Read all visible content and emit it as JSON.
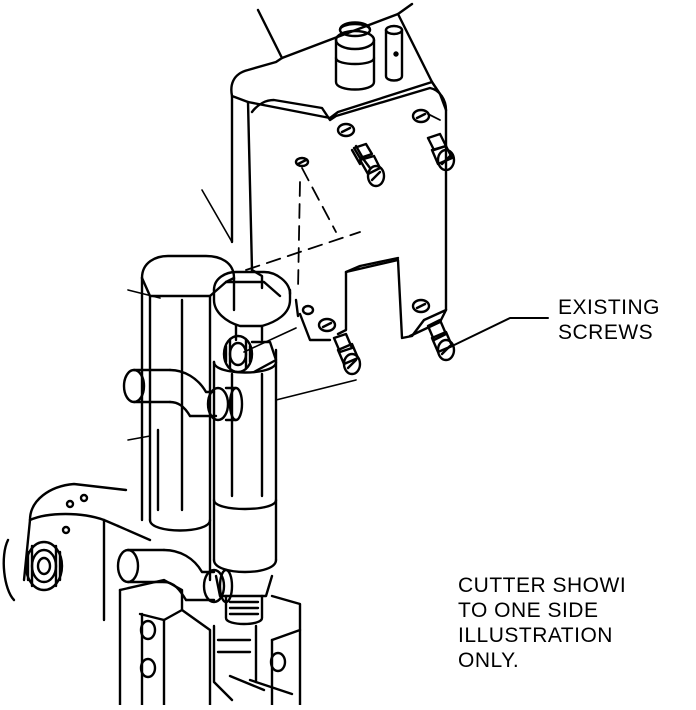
{
  "callouts": {
    "existing_screws": [
      "EXISTING",
      "SCREWS"
    ],
    "note": [
      "CUTTER SHOWI",
      "TO ONE SIDE",
      "ILLUSTRATION",
      "ONLY."
    ]
  },
  "colors": {
    "ink": "#000000",
    "paper": "#ffffff"
  }
}
